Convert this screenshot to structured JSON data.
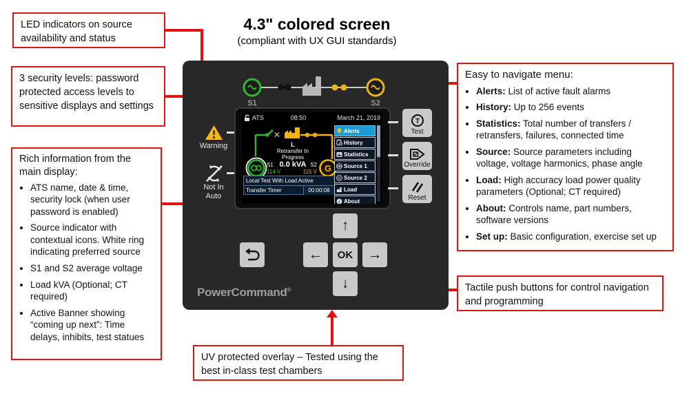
{
  "title": {
    "heading": "4.3\" colored screen",
    "subheading": "(compliant with UX GUI standards)"
  },
  "callouts": {
    "led": "LED indicators on source availability and status",
    "security": "3 security levels: password protected access levels to sensitive displays and settings",
    "rich": {
      "heading": "Rich information from the main display:",
      "bullets": [
        "ATS name, date & time, security lock (when user password is enabled)",
        "Source indicator with contextual icons. White ring indicating preferred source",
        "S1 and S2 average voltage",
        "Load kVA (Optional; CT required)",
        "Active Banner showing “coming up next”: Time delays, inhibits, test statues"
      ]
    },
    "menu": {
      "heading": "Easy to navigate menu:",
      "bullets": [
        {
          "label": "Alerts:",
          "text": " List of active fault alarms"
        },
        {
          "label": "History:",
          "text": " Up to 256 events"
        },
        {
          "label": "Statistics:",
          "text": " Total number of transfers / retransfers, failures, connected time"
        },
        {
          "label": "Source:",
          "text": " Source parameters including voltage, voltage harmonics, phase angle"
        },
        {
          "label": "Load:",
          "text": " High accuracy load power quality parameters (Optional; CT required)"
        },
        {
          "label": "About:",
          "text": " Controls name, part numbers, software versions"
        },
        {
          "label": "Set up:",
          "text": " Basic configuration, exercise set up"
        }
      ]
    },
    "tactile": "Tactile push buttons for control navigation and programming",
    "uv": "UV protected overlay – Tested using the best in-class test chambers"
  },
  "device": {
    "led_row": {
      "s1": "S1",
      "s2": "S2"
    },
    "warning": "Warning",
    "not_in_auto_line1": "Not In",
    "not_in_auto_line2": "Auto",
    "hard_buttons": {
      "test": "Test",
      "test_glyph": "T",
      "override": "Override",
      "reset": "Reset"
    },
    "keypad": {
      "up": "↑",
      "down": "↓",
      "left": "←",
      "right": "→",
      "ok": "OK"
    },
    "brand": "PowerCommand",
    "brand_reg": "®",
    "screen": {
      "header": {
        "name": "ATS",
        "time": "08:50",
        "date": "March 21, 2019"
      },
      "menu_items": [
        {
          "label": "Alerts"
        },
        {
          "label": "History"
        },
        {
          "label": "Statistics"
        },
        {
          "label": "Source 1"
        },
        {
          "label": "Source 2"
        },
        {
          "label": "Load"
        },
        {
          "label": "About"
        }
      ],
      "icon_glyphs": {
        "source2": "G",
        "about": "i"
      },
      "mimic": {
        "s1_label": "S1",
        "s1_voltage": "114 V",
        "s2_label": "S2",
        "s2_voltage": "115 V",
        "s2_glyph": "G",
        "load_tag": "L",
        "status_line1": "Retransfer In",
        "status_line2": "Progress",
        "kva": "0.0 kVA"
      },
      "banner": {
        "message": "Local Test With Load Active",
        "timer_label": "Transfer Timer",
        "timer_value": "00:00:08"
      }
    }
  },
  "colors": {
    "accent_red": "#e11212",
    "selected_blue": "#1b9bd7",
    "source1_green": "#2db82d",
    "source2_yellow": "#f0b410",
    "panel_gray": "#282828",
    "button_gray": "#c9c9c9"
  }
}
